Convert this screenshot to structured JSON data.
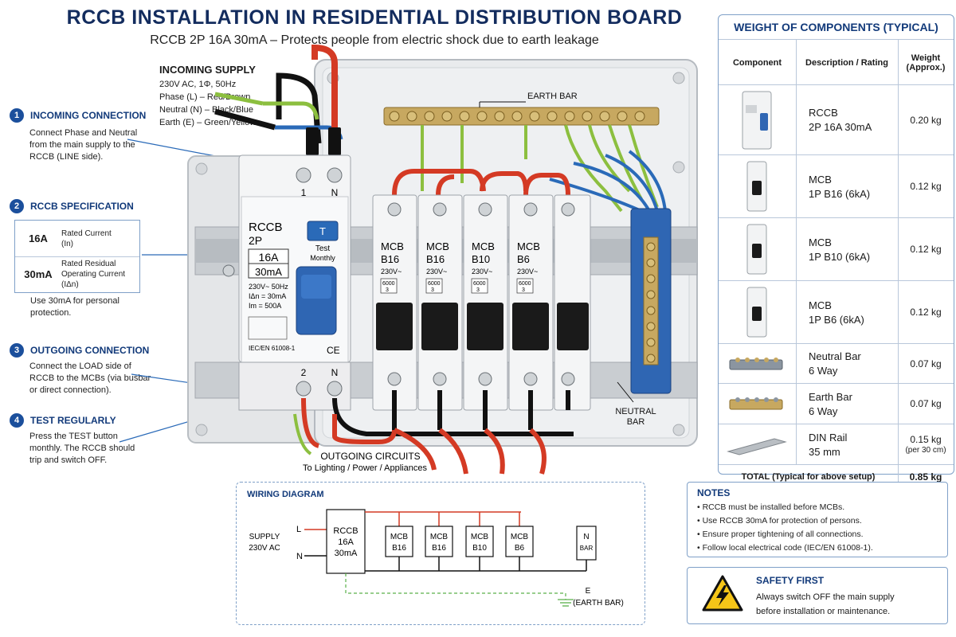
{
  "title": "RCCB INSTALLATION IN RESIDENTIAL DISTRIBUTION BOARD",
  "subtitle": "RCCB 2P 16A 30mA – Protects people from electric shock due to earth leakage",
  "incoming_supply": {
    "title": "INCOMING SUPPLY",
    "lines": [
      "230V AC, 1Φ, 50Hz",
      "Phase (L) – Red/Brown",
      "Neutral (N) – Black/Blue",
      "Earth (E) – Green/Yellow"
    ]
  },
  "steps": [
    {
      "num": "1",
      "title": "INCOMING CONNECTION",
      "text": [
        "Connect Phase and Neutral",
        "from the main supply to the",
        "RCCB (LINE side)."
      ]
    },
    {
      "num": "2",
      "title": "RCCB SPECIFICATION",
      "text": [
        "Use 30mA for personal",
        "protection."
      ]
    },
    {
      "num": "3",
      "title": "OUTGOING CONNECTION",
      "text": [
        "Connect the LOAD side of",
        "RCCB to the MCBs (via busbar",
        "or direct connection)."
      ]
    },
    {
      "num": "4",
      "title": "TEST REGULARLY",
      "text": [
        "Press the TEST button",
        "monthly. The RCCB should",
        "trip and switch OFF."
      ]
    }
  ],
  "spec": [
    {
      "value": "16A",
      "desc": [
        "Rated Current",
        "(In)"
      ]
    },
    {
      "value": "30mA",
      "desc": [
        "Rated Residual",
        "Operating Current",
        "(IΔn)"
      ]
    }
  ],
  "board": {
    "earth_bar_label": "EARTH BAR",
    "neutral_bar_label": [
      "NEUTRAL",
      "BAR"
    ],
    "terminal_top": [
      "1",
      "N"
    ],
    "terminal_bottom": [
      "2",
      "N"
    ],
    "rccb": {
      "name": "RCCB",
      "poles": "2P",
      "current": "16A",
      "sensitivity": "30mA",
      "test_button": "T",
      "test_label": [
        "Test",
        "Monthly"
      ],
      "ratings": [
        "230V~ 50Hz",
        "IΔn = 30mA",
        "Im = 500A"
      ],
      "standard": "IEC/EN 61008-1",
      "mark": "CE"
    },
    "mcbs": [
      {
        "name": "MCB",
        "rating": "B16",
        "voltage": "230V~",
        "capacity": "6000",
        "class": "3"
      },
      {
        "name": "MCB",
        "rating": "B16",
        "voltage": "230V~",
        "capacity": "6000",
        "class": "3"
      },
      {
        "name": "MCB",
        "rating": "B10",
        "voltage": "230V~",
        "capacity": "6000",
        "class": "3"
      },
      {
        "name": "MCB",
        "rating": "B6",
        "voltage": "230V~",
        "capacity": "6000",
        "class": "3"
      },
      {
        "name": "",
        "rating": "",
        "voltage": "",
        "capacity": "",
        "class": ""
      }
    ],
    "outgoing_title": "OUTGOING CIRCUITS",
    "outgoing_sub": "To Lighting / Power / Appliances"
  },
  "weights": {
    "title": "WEIGHT OF COMPONENTS (TYPICAL)",
    "headers": [
      "Component",
      "Description / Rating",
      "Weight (Approx.)"
    ],
    "rows": [
      {
        "icon": "rccb-icon",
        "name": "RCCB",
        "desc": "2P 16A 30mA",
        "weight": "0.20 kg"
      },
      {
        "icon": "mcb-icon",
        "name": "MCB",
        "desc": "1P B16  (6kA)",
        "weight": "0.12 kg"
      },
      {
        "icon": "mcb-icon",
        "name": "MCB",
        "desc": "1P B10  (6kA)",
        "weight": "0.12 kg"
      },
      {
        "icon": "mcb-icon",
        "name": "MCB",
        "desc": "1P B6   (6kA)",
        "weight": "0.12 kg"
      },
      {
        "icon": "neutral-bar-icon",
        "name": "Neutral Bar",
        "desc": "6 Way",
        "weight": "0.07 kg"
      },
      {
        "icon": "earth-bar-icon",
        "name": "Earth Bar",
        "desc": "6 Way",
        "weight": "0.07 kg"
      },
      {
        "icon": "din-rail-icon",
        "name": "DIN Rail",
        "desc": "35 mm",
        "weight": "0.15 kg",
        "weight_note": "(per 30 cm)"
      }
    ],
    "total_label": "TOTAL (Typical for above setup)",
    "total_value": "0.85 kg"
  },
  "notes": {
    "title": "NOTES",
    "items": [
      "RCCB must be installed before MCBs.",
      "Use RCCB 30mA for protection of persons.",
      "Ensure proper tightening of all connections.",
      "Follow local electrical code (IEC/EN 61008-1)."
    ]
  },
  "safety": {
    "title": "SAFETY FIRST",
    "text": [
      "Always switch OFF the main supply",
      "before installation or maintenance."
    ]
  },
  "wiring": {
    "title": "WIRING DIAGRAM",
    "supply": [
      "SUPPLY",
      "230V AC"
    ],
    "l_label": "L",
    "n_label": "N",
    "rccb": [
      "RCCB",
      "16A",
      "30mA"
    ],
    "mcbs": [
      [
        "MCB",
        "B16"
      ],
      [
        "MCB",
        "B16"
      ],
      [
        "MCB",
        "B10"
      ],
      [
        "MCB",
        "B6"
      ]
    ],
    "nbar": [
      "N",
      "BAR"
    ],
    "earth": [
      "E",
      "(EARTH BAR)"
    ]
  },
  "colors": {
    "navy": "#132c5e",
    "accent_blue": "#1b4f9c",
    "phase_red": "#d43a24",
    "neutral_blue": "#2a6ab8",
    "earth_green": "#8cbf3f"
  }
}
